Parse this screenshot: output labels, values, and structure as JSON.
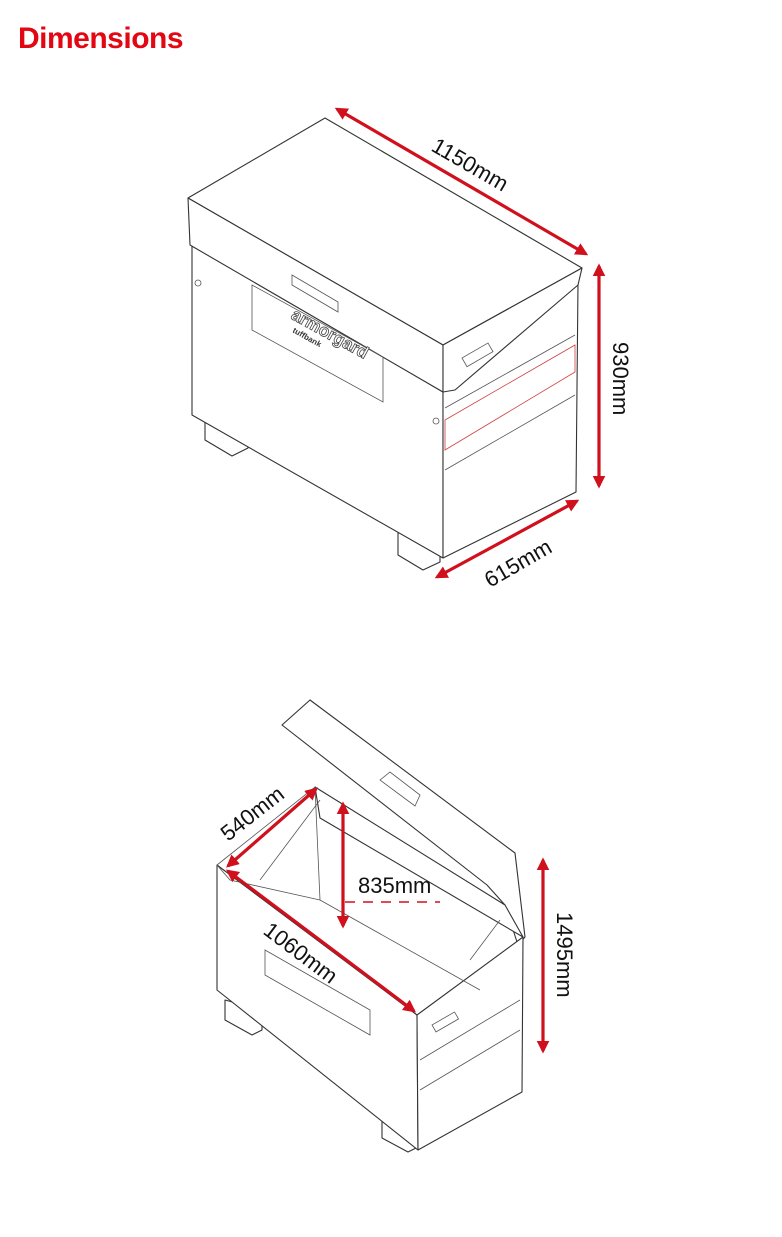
{
  "title": "Dimensions",
  "accent_color": "#e30613",
  "closed_box": {
    "width_label": "1150mm",
    "height_label": "930mm",
    "depth_label": "615mm",
    "logo_brand": "armorgard",
    "logo_product": "tuffbank"
  },
  "open_box": {
    "inner_depth_label": "540mm",
    "inner_width_label": "1060mm",
    "inner_height_label": "835mm",
    "open_height_label": "1495mm"
  }
}
